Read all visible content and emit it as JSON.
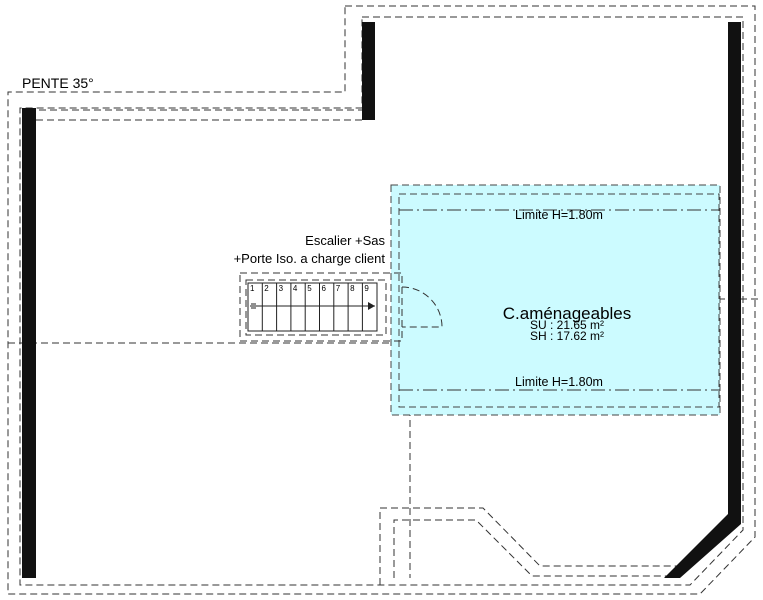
{
  "labels": {
    "pente": "PENTE 35°",
    "escalier_line1": "Escalier +Sas",
    "escalier_line2": "+Porte Iso. a charge client",
    "zone_title": "C.aménageables",
    "su": "SU :  21.65 m²",
    "sh": "SH :  17.62 m²",
    "limite_top": "Limite H=1.80m",
    "limite_bottom": "Limite H=1.80m"
  },
  "stair_steps": [
    "1",
    "2",
    "3",
    "4",
    "5",
    "6",
    "7",
    "8",
    "9"
  ],
  "colors": {
    "zone_fill": "#ccfbff",
    "pente_text": "#4a1f4f",
    "wall": "#111111"
  }
}
